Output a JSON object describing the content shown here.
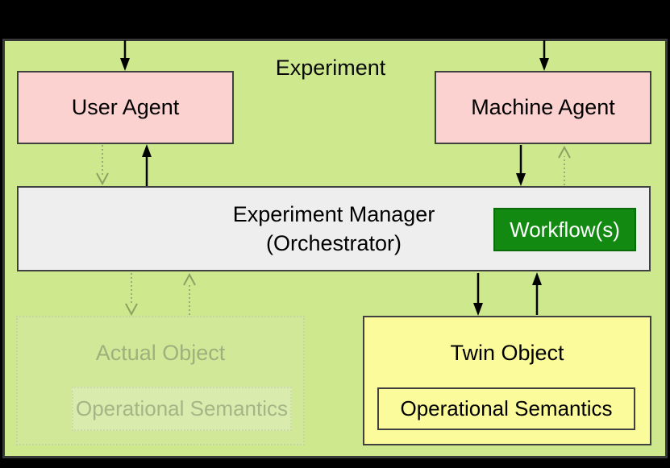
{
  "diagram": {
    "title": "Experiment",
    "nodes": {
      "user_agent": {
        "label": "User Agent"
      },
      "machine_agent": {
        "label": "Machine Agent"
      },
      "experiment_manager": {
        "line1": "Experiment Manager",
        "line2": "(Orchestrator)"
      },
      "workflow": {
        "label": "Workflow(s)"
      },
      "twin_object": {
        "label": "Twin Object",
        "inner": {
          "label": "Operational Semantics"
        }
      },
      "actual_object": {
        "label": "Actual Object",
        "inner": {
          "label": "Operational Semantics"
        }
      }
    },
    "edges": [
      {
        "from": "outside-top",
        "to": "user_agent",
        "style": "solid",
        "direction": "down"
      },
      {
        "from": "outside-top",
        "to": "machine_agent",
        "style": "solid",
        "direction": "down"
      },
      {
        "from": "experiment_manager",
        "to": "user_agent",
        "style": "solid",
        "direction": "up"
      },
      {
        "from": "user_agent",
        "to": "experiment_manager",
        "style": "dotted-faded",
        "direction": "down"
      },
      {
        "from": "machine_agent",
        "to": "experiment_manager",
        "style": "solid",
        "direction": "down"
      },
      {
        "from": "experiment_manager",
        "to": "machine_agent",
        "style": "dotted-faded",
        "direction": "up"
      },
      {
        "from": "experiment_manager",
        "to": "actual_object",
        "style": "dotted-faded",
        "direction": "down"
      },
      {
        "from": "actual_object",
        "to": "experiment_manager",
        "style": "dotted-faded",
        "direction": "up"
      },
      {
        "from": "experiment_manager",
        "to": "twin_object",
        "style": "solid",
        "direction": "down"
      },
      {
        "from": "twin_object",
        "to": "experiment_manager",
        "style": "solid",
        "direction": "up"
      }
    ],
    "colors": {
      "canvas_background": "#000000",
      "experiment_fill": "#cde88d",
      "experiment_border": "#383838",
      "agent_fill": "#fcd2d0",
      "manager_fill": "#eeeeee",
      "workflow_fill": "#128a12",
      "workflow_text": "#ffffff",
      "twin_fill": "#fbfb9b",
      "node_border": "#404040",
      "ghost_fill": "#d2e899",
      "ghost_text": "#9db17c",
      "solid_arrow": "#000000",
      "faded_arrow": "#9cab77"
    }
  }
}
